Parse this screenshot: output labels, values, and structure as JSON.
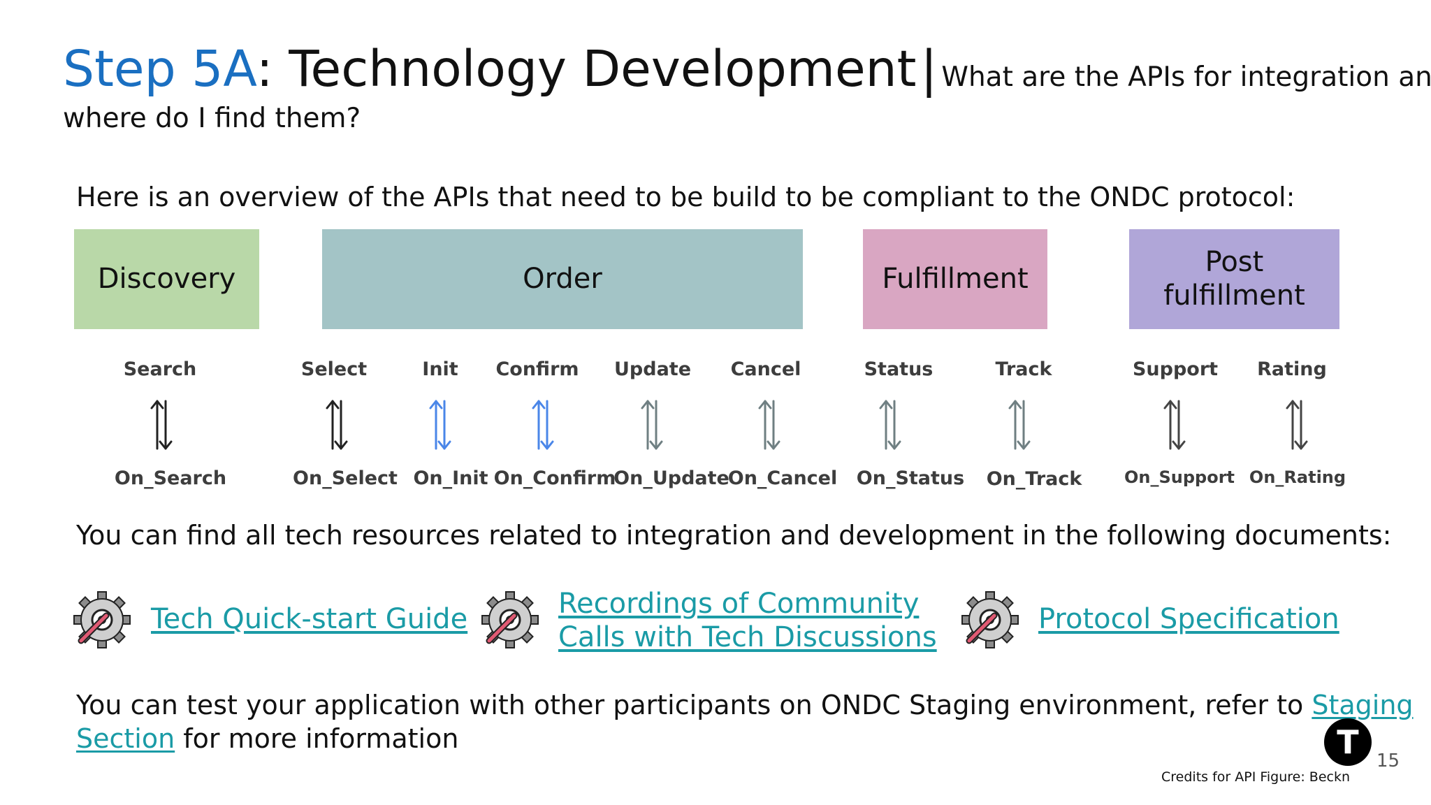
{
  "title": {
    "step": "Step 5A",
    "main": ": Technology Development",
    "separator": "|",
    "subtitle_line1": "What are the APIs for integration and",
    "subtitle_line2": "where do I find them?"
  },
  "intro_text": "Here is an overview of the APIs that need to be build to be compliant to the ONDC protocol:",
  "categories": [
    {
      "label": "Discovery",
      "color": "#b9d8a8"
    },
    {
      "label": "Order",
      "color": "#a3c4c6"
    },
    {
      "label": "Fulfillment",
      "color": "#d9a6c2"
    },
    {
      "label_line1": "Post",
      "label_line2": "fulfillment",
      "color": "#b0a6d8"
    }
  ],
  "apis": [
    {
      "request": "Search",
      "response": "On_Search",
      "arrow_color": "#222222"
    },
    {
      "request": "Select",
      "response": "On_Select",
      "arrow_color": "#222222"
    },
    {
      "request": "Init",
      "response": "On_Init",
      "arrow_color": "#4a86e8"
    },
    {
      "request": "Confirm",
      "response": "On_Confirm",
      "arrow_color": "#4a86e8"
    },
    {
      "request": "Update",
      "response": "On_Update",
      "arrow_color": "#6f7f82"
    },
    {
      "request": "Cancel",
      "response": "On_Cancel",
      "arrow_color": "#6f7f82"
    },
    {
      "request": "Status",
      "response": "On_Status",
      "arrow_color": "#6f7f82"
    },
    {
      "request": "Track",
      "response": "On_Track",
      "arrow_color": "#6f7f82"
    },
    {
      "request": "Support",
      "response": "On_Support",
      "arrow_color": "#444444"
    },
    {
      "request": "Rating",
      "response": "On_Rating",
      "arrow_color": "#444444"
    }
  ],
  "resources_text": "You can find all tech resources related to integration and development in the following documents:",
  "resources": [
    {
      "icon": "gear-wrench-icon",
      "line1": "Tech Quick-start Guide"
    },
    {
      "icon": "gear-wrench-icon",
      "line1": "Recordings of Community",
      "line2": "Calls with Tech Discussions"
    },
    {
      "icon": "gear-wrench-icon",
      "line1": "Protocol Specification"
    }
  ],
  "staging": {
    "line1_prefix": "You can test your application with other participants on ONDC Staging environment, refer to ",
    "line1_link": "Staging",
    "line2_link": "Section",
    "line2_suffix": " for more information"
  },
  "logo_letter": "T",
  "page_number": "15",
  "credits": "Credits for API Figure: Beckn",
  "colors": {
    "accent_blue": "#1a6fc1",
    "link_teal": "#1a9ba6"
  }
}
